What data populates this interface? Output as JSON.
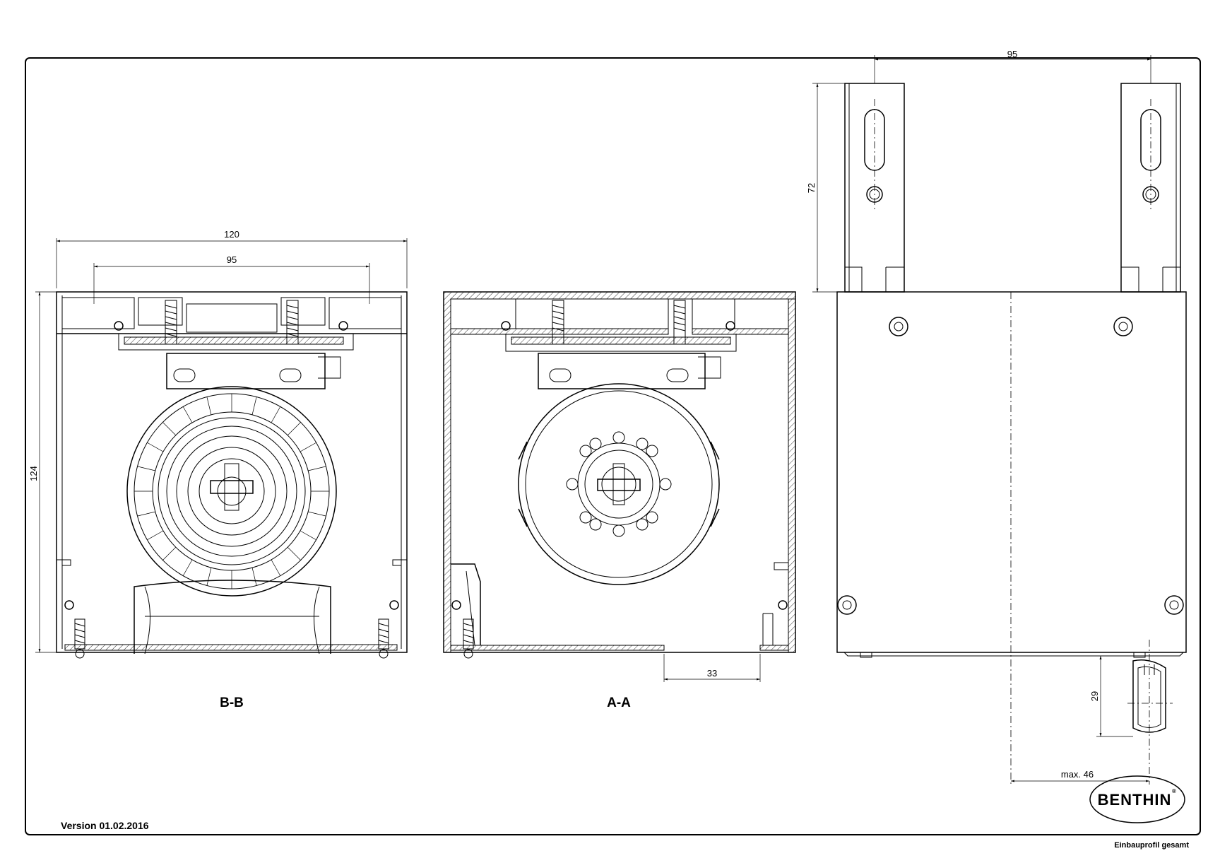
{
  "dimensions": {
    "bb_width_total": "120",
    "bb_width_inner": "95",
    "bb_height": "124",
    "aa_offset": "33",
    "side_top_width": "95",
    "side_bracket_height": "72",
    "side_slat_height": "29",
    "side_max": "max. 46"
  },
  "sections": {
    "bb": "B-B",
    "aa": "A-A"
  },
  "version": "Version 01.02.2016",
  "footer": "Einbauprofil gesamt",
  "logo": {
    "text": "BENTHIN",
    "reg": "®"
  }
}
